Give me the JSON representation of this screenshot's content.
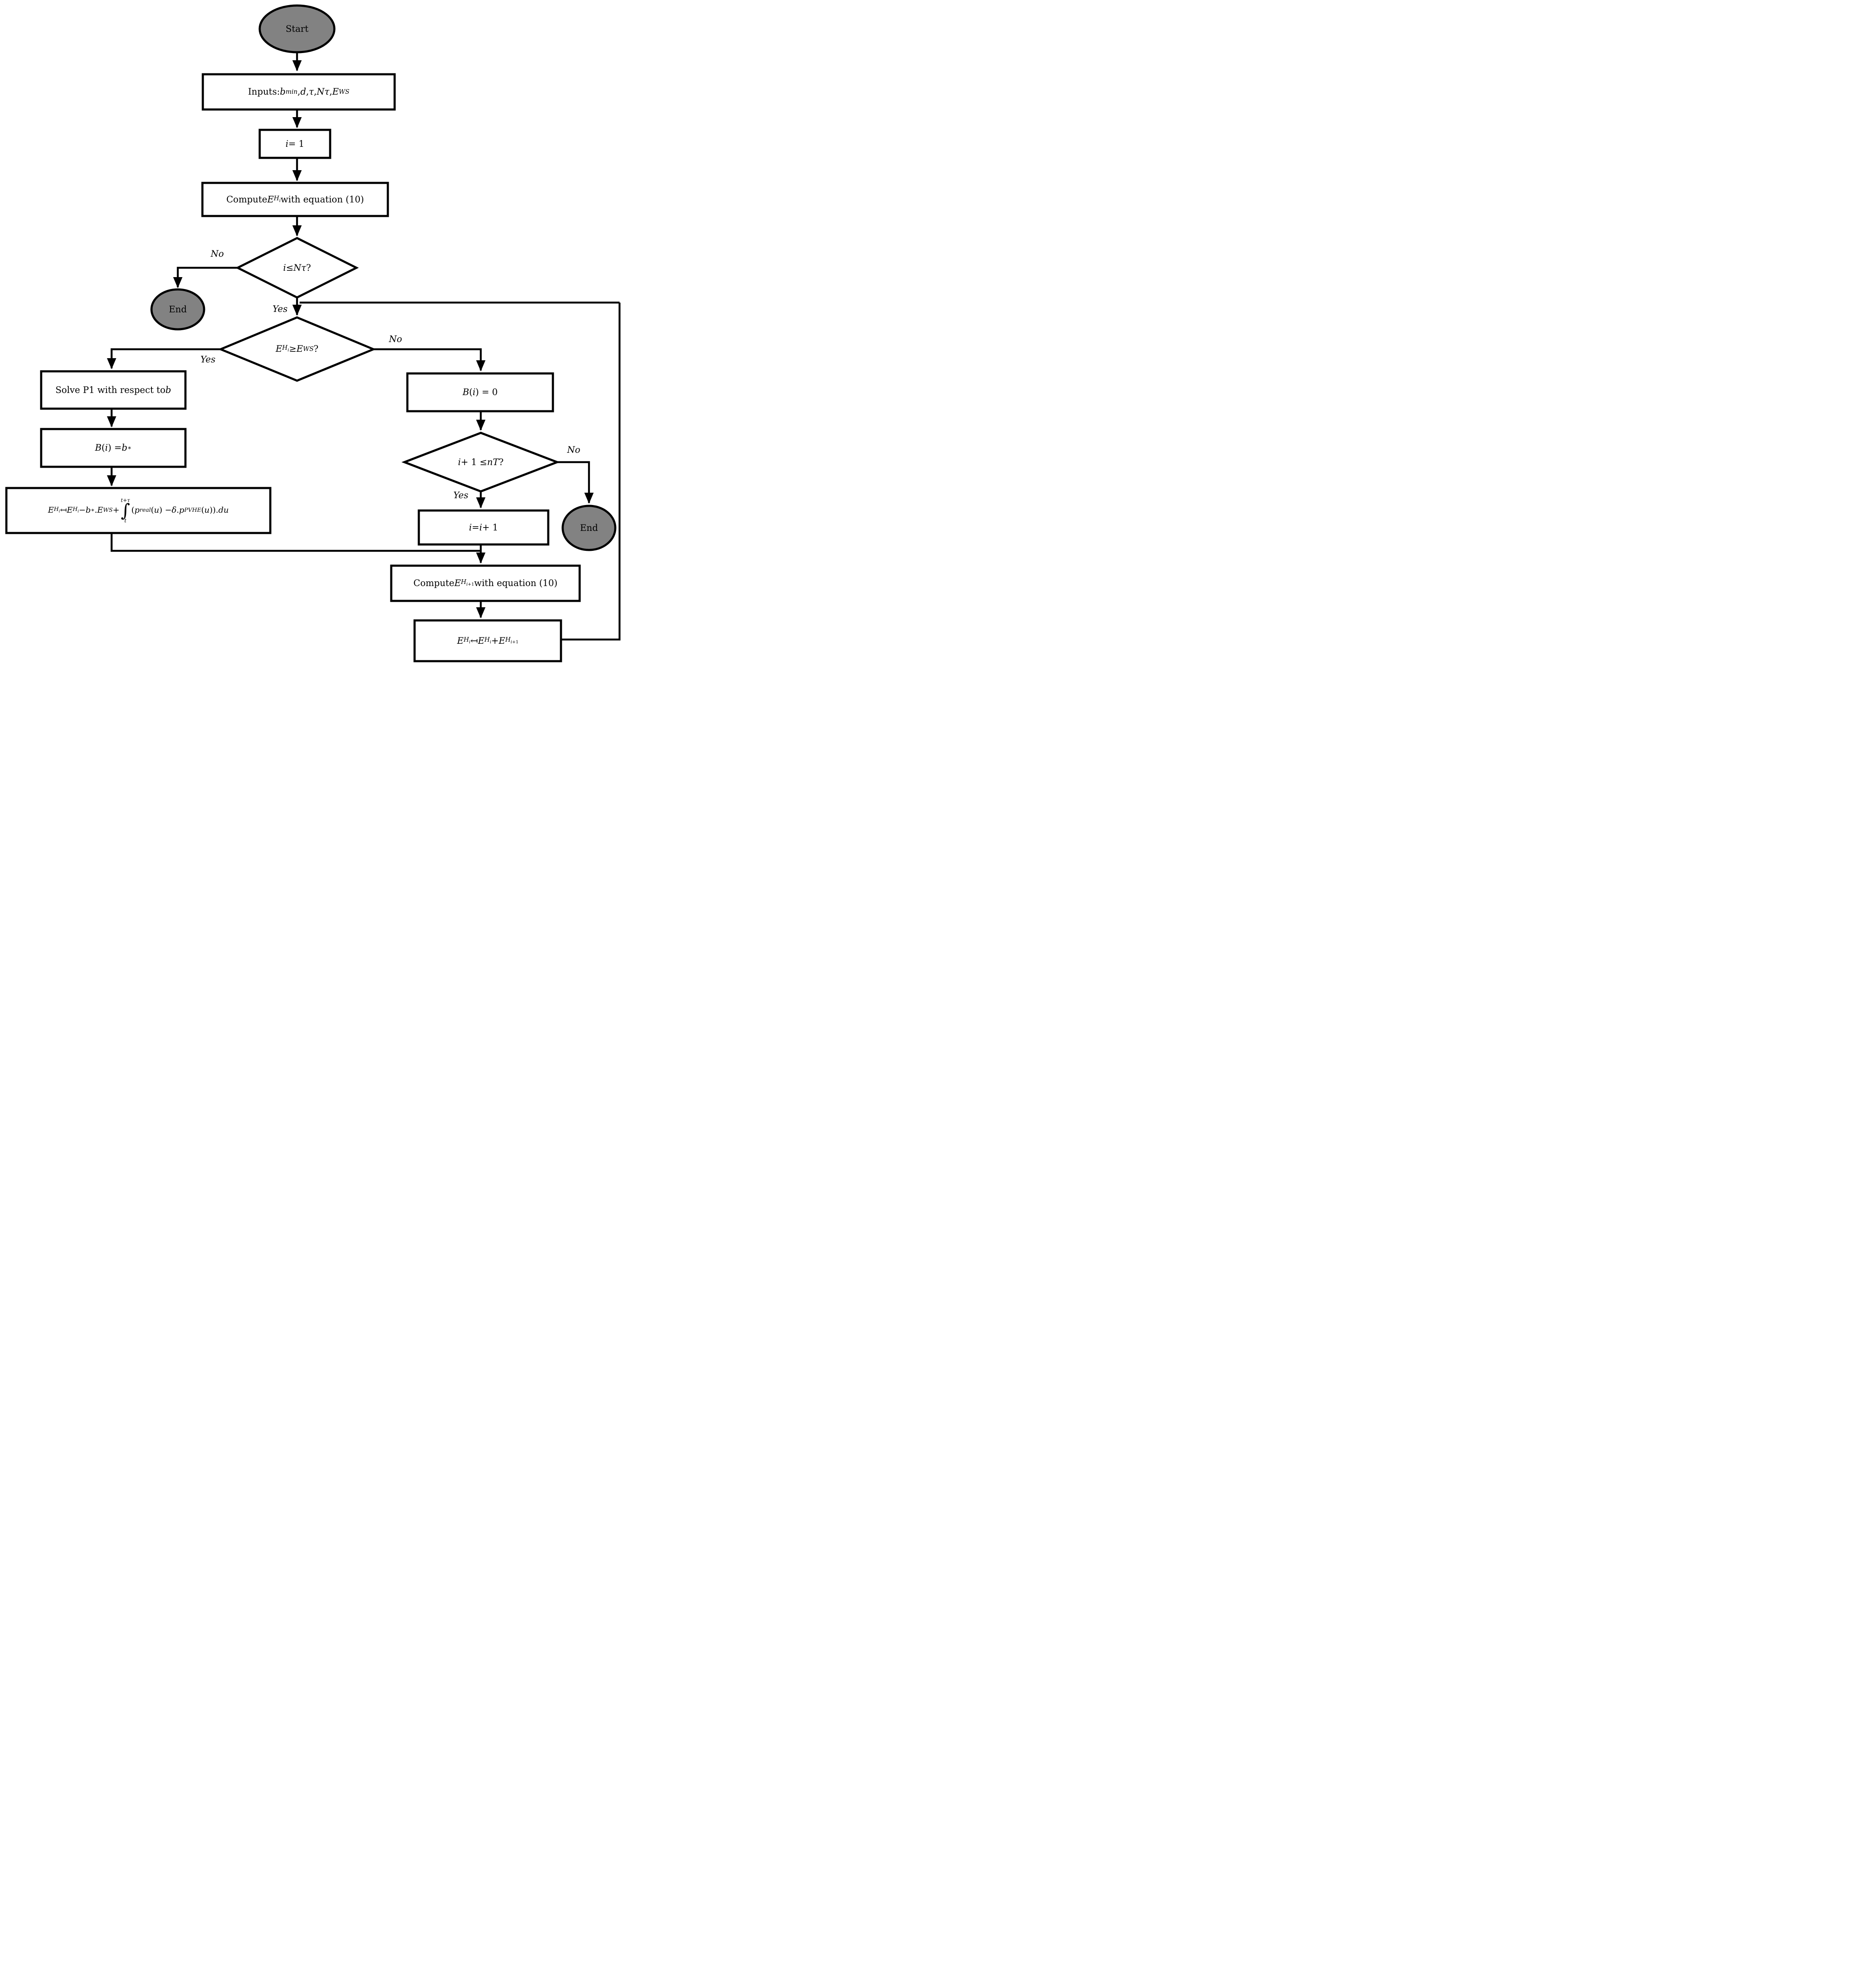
{
  "flowchart": {
    "colors": {
      "terminator_fill": "#828282",
      "stroke": "#000000",
      "box_fill": "#ffffff",
      "background": "#ffffff"
    },
    "nodes": {
      "start": {
        "label": "Start"
      },
      "inputs": {
        "label": "Inputs:  //b//_{//min//}, //d//, //τ//, //Nτ//, //E//_{//WS//}"
      },
      "init": {
        "label": "//i// = 1"
      },
      "compute1": {
        "label": "Compute  //E//_{//H//_{//i//}}  with equation (10)"
      },
      "decision1": {
        "label": "//i// ≤ //Nτ// ?"
      },
      "end_left": {
        "label": "End"
      },
      "decision2": {
        "label": "//E//_{//H//_{//i//}} ≥ //E//_{//WS//} ?"
      },
      "solve": {
        "label": "Solve P1 with respect to  //b//"
      },
      "set_b": {
        "label": "//B//(//i//) = //b//^{∗}"
      },
      "equation": {
        "label": "//E//_{//H//_{//i//}} ↤ //E//_{//H//_{//i//}} − //b//^{∗}. //E//_{//WS//} + \\INT{t+τ}{t} (//p//_{//real//}(//u//) − //δ//. //p//_{//PVHE//}(//u//)). //du//"
      },
      "set_b0": {
        "label": "//B//(//i//) = 0"
      },
      "decision3": {
        "label": "//i// + 1 ≤ //nT// ?"
      },
      "end_right": {
        "label": "End"
      },
      "increment": {
        "label": "//i// = //i// + 1"
      },
      "compute2": {
        "label": "Compute  //E//_{//H//_{//i//+1}}  with equation (10)"
      },
      "accumulate": {
        "label": "//E//_{//H//_{//i//}} ↤ //E//_{//H//_{//i//}} + //E//_{//H//_{//i//+1}}"
      }
    },
    "edge_labels": {
      "d1_no": "No",
      "d1_yes": "Yes",
      "d2_yes": "Yes",
      "d2_no": "No",
      "d3_no": "No",
      "d3_yes": "Yes"
    }
  }
}
